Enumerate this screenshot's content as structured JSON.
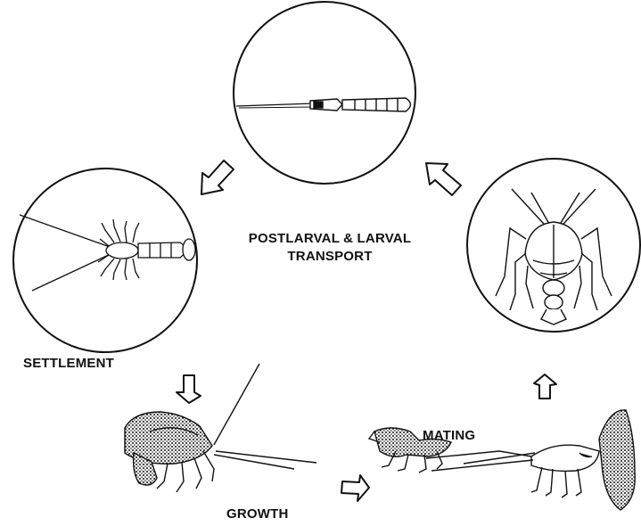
{
  "labels": {
    "transport_line1": "POSTLARVAL & LARVAL",
    "transport_line2": "TRANSPORT",
    "settlement": "SETTLEMENT",
    "growth": "GROWTH",
    "mating": "MATING"
  },
  "colors": {
    "ink": "#111111",
    "background": "#ffffff"
  }
}
